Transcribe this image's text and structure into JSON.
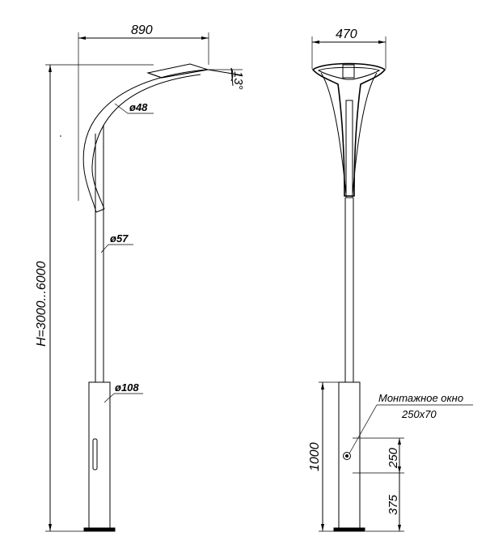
{
  "side_view": {
    "width_dim": "890",
    "angle_dim": "13°",
    "arm_diameter": "ø48",
    "pole_diameter": "ø57",
    "base_diameter": "ø108",
    "height_dim": "H=3000...6000"
  },
  "front_view": {
    "width_dim": "470",
    "window_label": "Монтажное окно",
    "window_size": "250х70",
    "base_height_dim": "1000",
    "window_height_dim": "250",
    "window_offset_dim": "375"
  }
}
